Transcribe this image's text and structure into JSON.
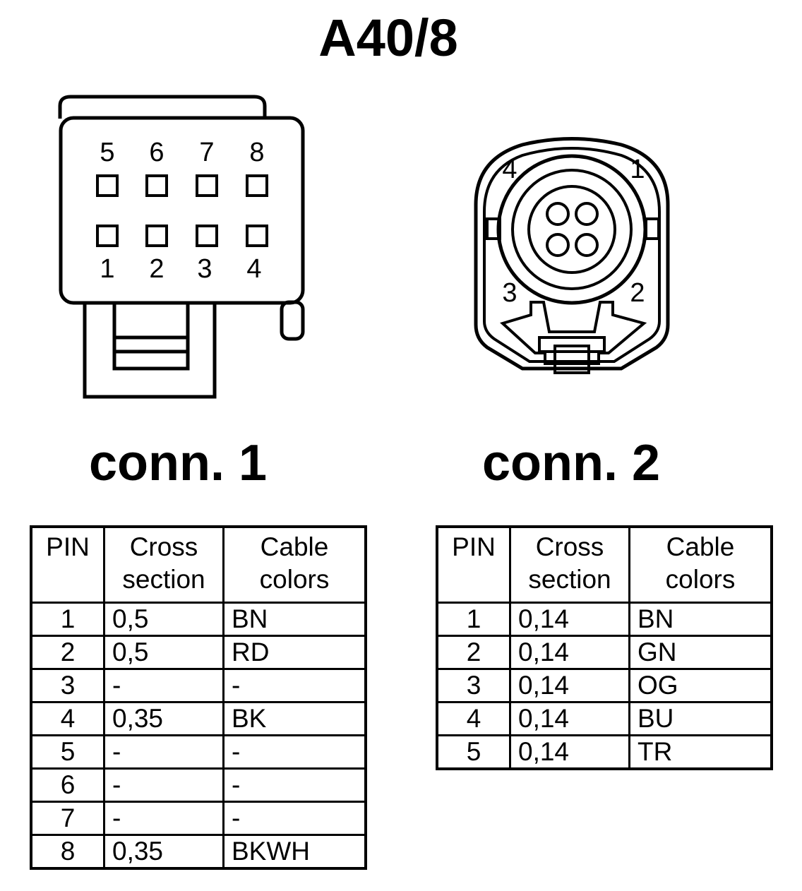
{
  "title": "A40/8",
  "conn1": {
    "label": "conn. 1",
    "pin_numbers_top": [
      "5",
      "6",
      "7",
      "8"
    ],
    "pin_numbers_bottom": [
      "1",
      "2",
      "3",
      "4"
    ]
  },
  "conn2": {
    "label": "conn. 2",
    "pin_numbers": [
      "4",
      "1",
      "3",
      "2"
    ]
  },
  "table_headers": {
    "pin": "PIN",
    "cross_line1": "Cross",
    "cross_line2": "section",
    "cable_line1": "Cable",
    "cable_line2": "colors"
  },
  "table1": {
    "rows": [
      {
        "pin": "1",
        "cross": "0,5",
        "color": "BN"
      },
      {
        "pin": "2",
        "cross": "0,5",
        "color": "RD"
      },
      {
        "pin": "3",
        "cross": "-",
        "color": "-"
      },
      {
        "pin": "4",
        "cross": "0,35",
        "color": "BK"
      },
      {
        "pin": "5",
        "cross": "-",
        "color": "-"
      },
      {
        "pin": "6",
        "cross": "-",
        "color": "-"
      },
      {
        "pin": "7",
        "cross": "-",
        "color": "-"
      },
      {
        "pin": "8",
        "cross": "0,35",
        "color": "BKWH"
      }
    ]
  },
  "table2": {
    "rows": [
      {
        "pin": "1",
        "cross": "0,14",
        "color": "BN"
      },
      {
        "pin": "2",
        "cross": "0,14",
        "color": "GN"
      },
      {
        "pin": "3",
        "cross": "0,14",
        "color": "OG"
      },
      {
        "pin": "4",
        "cross": "0,14",
        "color": "BU"
      },
      {
        "pin": "5",
        "cross": "0,14",
        "color": "TR"
      }
    ]
  }
}
